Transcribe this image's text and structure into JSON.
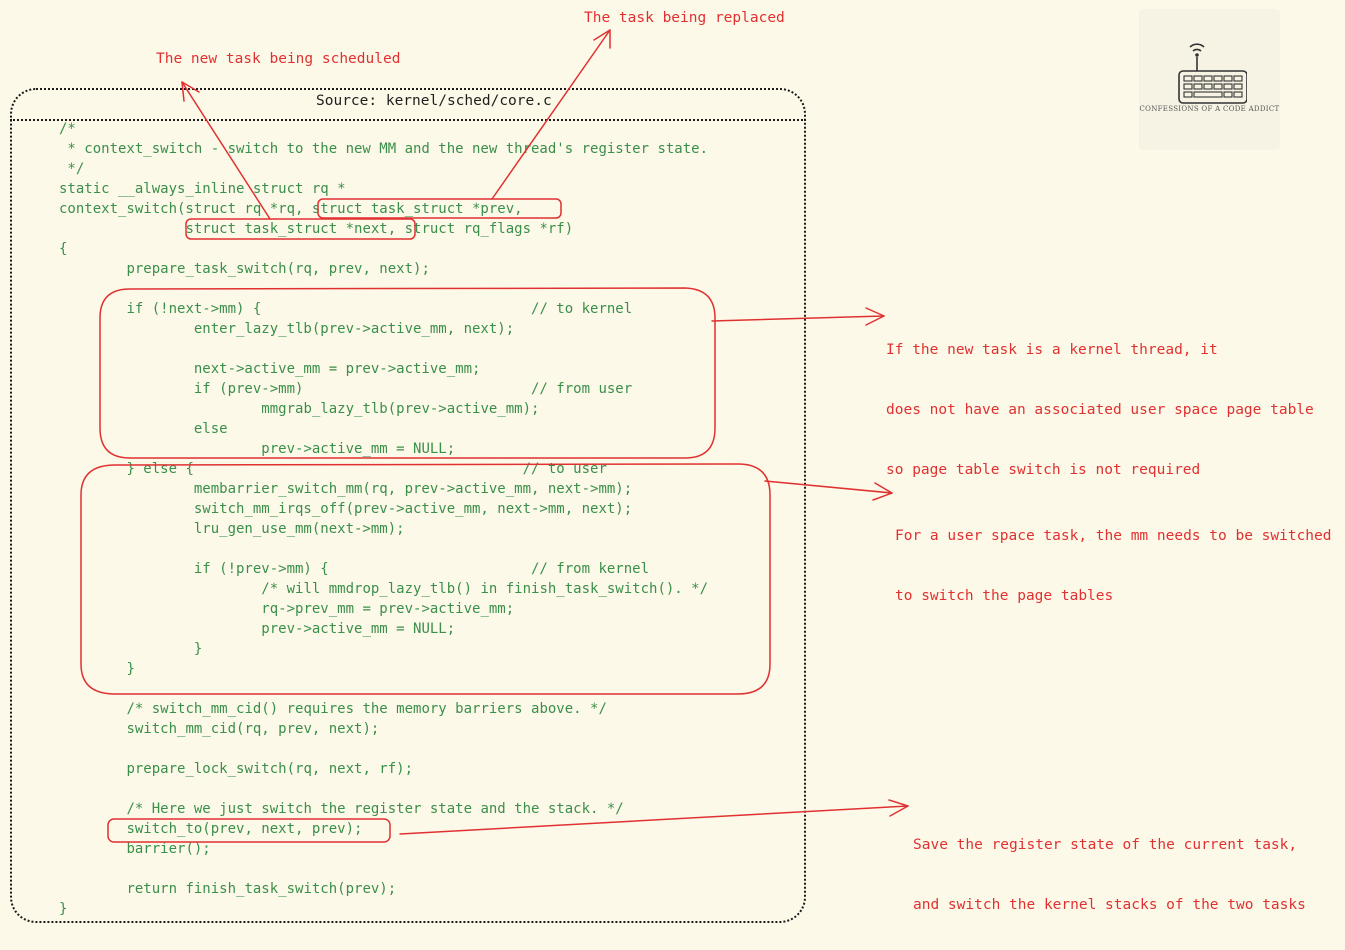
{
  "colors": {
    "background": "#fdf9e9",
    "code": "#3a8f4a",
    "accent": "#e03131"
  },
  "source_label": "Source: kernel/sched/core.c",
  "code_lines": [
    "/*",
    " * context_switch - switch to the new MM and the new thread's register state.",
    " */",
    "static __always_inline struct rq *",
    "context_switch(struct rq *rq, struct task_struct *prev,",
    "\t       struct task_struct *next, struct rq_flags *rf)",
    "{",
    "\tprepare_task_switch(rq, prev, next);",
    "",
    "\tif (!next->mm) {                                // to kernel",
    "\t\tenter_lazy_tlb(prev->active_mm, next);",
    "",
    "\t\tnext->active_mm = prev->active_mm;",
    "\t\tif (prev->mm)                           // from user",
    "\t\t\tmmgrab_lazy_tlb(prev->active_mm);",
    "\t\telse",
    "\t\t\tprev->active_mm = NULL;",
    "\t} else {                                       // to user",
    "\t\tmembarrier_switch_mm(rq, prev->active_mm, next->mm);",
    "\t\tswitch_mm_irqs_off(prev->active_mm, next->mm, next);",
    "\t\tlru_gen_use_mm(next->mm);",
    "",
    "\t\tif (!prev->mm) {                        // from kernel",
    "\t\t\t/* will mmdrop_lazy_tlb() in finish_task_switch(). */",
    "\t\t\trq->prev_mm = prev->active_mm;",
    "\t\t\tprev->active_mm = NULL;",
    "\t\t}",
    "\t}",
    "",
    "\t/* switch_mm_cid() requires the memory barriers above. */",
    "\tswitch_mm_cid(rq, prev, next);",
    "",
    "\tprepare_lock_switch(rq, next, rf);",
    "",
    "\t/* Here we just switch the register state and the stack. */",
    "\tswitch_to(prev, next, prev);",
    "\tbarrier();",
    "",
    "\treturn finish_task_switch(prev);",
    "}"
  ],
  "annotations": {
    "new_task": "The new task being scheduled",
    "replaced_task": "The task being replaced",
    "kernel_thread": [
      "If the new task is a kernel thread, it",
      "does not have an associated user space page table",
      "so page table switch is not required"
    ],
    "user_task": [
      "For a user space task, the mm needs to be switched",
      "to switch the page tables"
    ],
    "switch_to": [
      "Save the register state of the current task,",
      "and switch the kernel stacks of the two tasks"
    ]
  },
  "logo": {
    "icon": "keyboard-wifi-icon",
    "text": "CONFESSIONS OF A CODE ADDICT"
  }
}
